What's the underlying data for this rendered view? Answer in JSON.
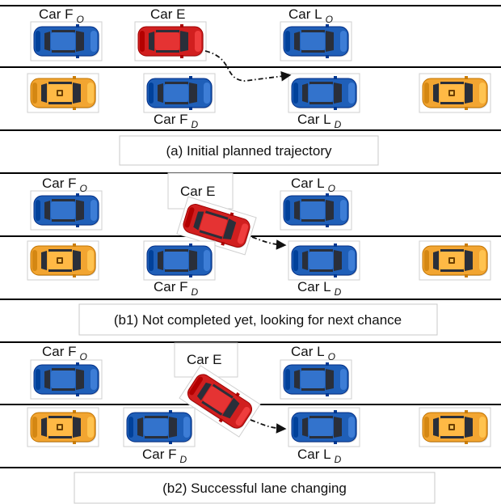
{
  "colors": {
    "blue_car": "#1f5fb8",
    "red_car": "#d11f1f",
    "yellow_car": "#f2a531"
  },
  "labels": {
    "car_fo": "Car F",
    "car_fo_sub": "O",
    "car_e": "Car E",
    "car_lo": "Car L",
    "car_lo_sub": "O",
    "car_fd": "Car F",
    "car_fd_sub": "D",
    "car_ld": "Car L",
    "car_ld_sub": "D"
  },
  "panels": [
    {
      "caption": "(a) Initial planned trajectory"
    },
    {
      "caption": "(b1) Not completed yet, looking for next chance"
    },
    {
      "caption": "(b2) Successful lane changing"
    }
  ]
}
